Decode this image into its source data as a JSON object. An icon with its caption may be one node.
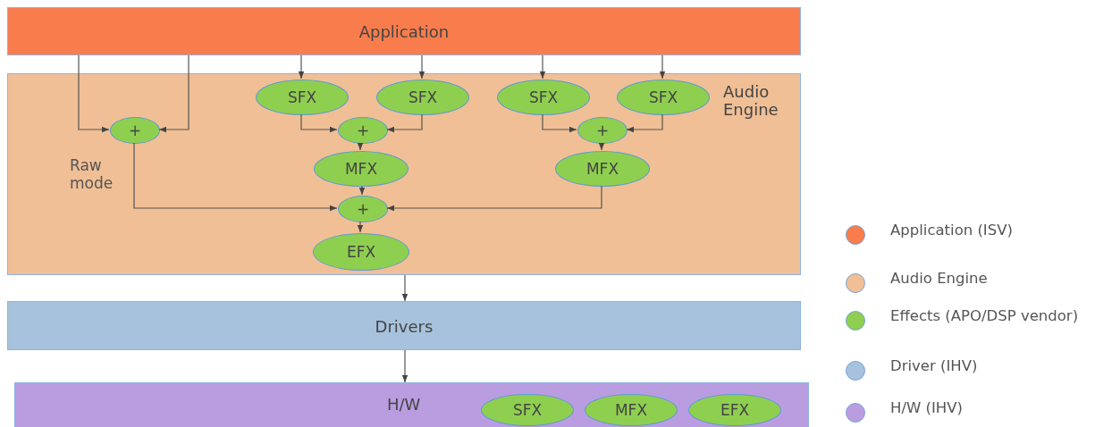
{
  "diagram": {
    "nodes": [
      {
        "text": [
          "Application"
        ]
      },
      {
        "text": [
          "Audio Engine"
        ]
      },
      {
        "text": [
          "+"
        ],
        "in": 1
      },
      {
        "text": [
          "SFX"
        ],
        "in": 1
      },
      {
        "text": [
          "SFX"
        ],
        "in": 1
      },
      {
        "text": [
          "SFX"
        ],
        "in": 1
      },
      {
        "text": [
          "SFX"
        ],
        "in": 1
      },
      {
        "text": [
          "+"
        ],
        "in": 1
      },
      {
        "text": [
          "+"
        ],
        "in": 1
      },
      {
        "text": [
          "MFX"
        ],
        "in": 1
      },
      {
        "text": [
          "MFX"
        ],
        "in": 1
      },
      {
        "text": [
          "+"
        ],
        "in": 1
      },
      {
        "text": [
          "EFX"
        ],
        "in": 1
      },
      {
        "text": [
          "Drivers"
        ]
      },
      {
        "text": [
          "H/W"
        ]
      },
      {
        "text": [
          "SFX"
        ],
        "in": 14
      },
      {
        "text": [
          "MFX"
        ],
        "in": 14
      },
      {
        "text": [
          "EFX"
        ],
        "in": 14
      }
    ],
    "edges": [
      {
        "from": 0,
        "to": 2,
        "arrow": "to"
      },
      {
        "from": 0,
        "to": 2,
        "arrow": "to"
      },
      {
        "from": 0,
        "to": 3,
        "arrow": "to"
      },
      {
        "from": 0,
        "to": 4,
        "arrow": "to"
      },
      {
        "from": 0,
        "to": 5,
        "arrow": "to"
      },
      {
        "from": 0,
        "to": 6,
        "arrow": "to"
      },
      {
        "from": 3,
        "to": 7,
        "arrow": "to"
      },
      {
        "from": 4,
        "to": 7,
        "arrow": "to"
      },
      {
        "from": 5,
        "to": 8,
        "arrow": "to"
      },
      {
        "from": 6,
        "to": 8,
        "arrow": "to"
      },
      {
        "from": 7,
        "to": 9,
        "arrow": "to"
      },
      {
        "from": 8,
        "to": 10,
        "arrow": "to"
      },
      {
        "from": 9,
        "to": 11,
        "arrow": "to"
      },
      {
        "from": 2,
        "to": 11,
        "arrow": "to"
      },
      {
        "from": 10,
        "to": 11,
        "arrow": "to"
      },
      {
        "from": 11,
        "to": 12,
        "arrow": "to"
      },
      {
        "from": 1,
        "to": 13,
        "arrow": "to"
      },
      {
        "from": 13,
        "to": 14,
        "arrow": "to"
      }
    ],
    "labels": [
      "Raw mode"
    ],
    "legend": [
      {
        "text": "Application (ISV)",
        "color": "#f97c4c"
      },
      {
        "text": "Audio Engine",
        "color": "#f0bf95"
      },
      {
        "text": "Effects (APO/DSP vendor)",
        "color": "#8fcf4f"
      },
      {
        "text": "Driver (IHV)",
        "color": "#a6c2dc"
      },
      {
        "text": "H/W (IHV)",
        "color": "#b99de0"
      }
    ]
  }
}
